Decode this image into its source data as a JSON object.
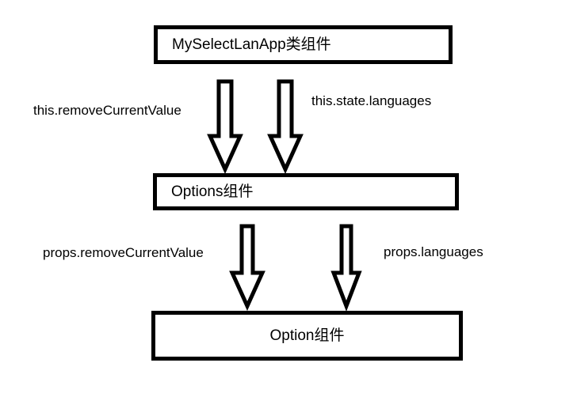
{
  "diagram": {
    "title": "React props flow diagram",
    "background_color": "#ffffff",
    "stroke_color": "#000000",
    "nodes": [
      {
        "id": "myselectlanapp",
        "label": "MySelectLanApp类组件"
      },
      {
        "id": "options",
        "label": "Options组件"
      },
      {
        "id": "option",
        "label": "Option组件"
      }
    ],
    "edges": [
      {
        "id": "this-removecurrentvalue",
        "label": "this.removeCurrentValue",
        "from": "myselectlanapp",
        "to": "options",
        "icon": "down-block-arrow-icon"
      },
      {
        "id": "this-state-languages",
        "label": "this.state.languages",
        "from": "myselectlanapp",
        "to": "options",
        "icon": "down-block-arrow-icon"
      },
      {
        "id": "props-removecurrentvalue",
        "label": "props.removeCurrentValue",
        "from": "options",
        "to": "option",
        "icon": "down-block-arrow-icon"
      },
      {
        "id": "props-languages",
        "label": "props.languages",
        "from": "options",
        "to": "option",
        "icon": "down-block-arrow-icon"
      }
    ]
  }
}
